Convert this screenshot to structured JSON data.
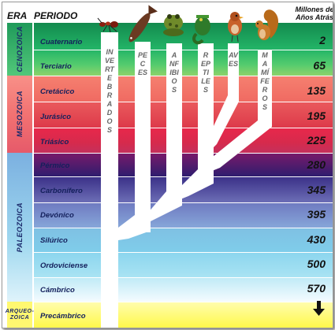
{
  "headers": {
    "era": "ERA",
    "period": "PERIODO",
    "mya": "Millones de Años Atrás"
  },
  "eras": [
    {
      "name": "CENOZOICA",
      "color": "#22b46a"
    },
    {
      "name": "MESOZOICA",
      "color": "#ff7a7a"
    },
    {
      "name": "PALEOZOICA",
      "color": "#7fc7e8"
    },
    {
      "name": "ARQUEO-ZOICA",
      "color": "#fff870"
    }
  ],
  "periods": [
    {
      "name": "Cuaternario",
      "mya": "2"
    },
    {
      "name": "Terciario",
      "mya": "65"
    },
    {
      "name": "Cretácico",
      "mya": "135"
    },
    {
      "name": "Jurásico",
      "mya": "195"
    },
    {
      "name": "Triásico",
      "mya": "225"
    },
    {
      "name": "Pérmico",
      "mya": "280"
    },
    {
      "name": "Carbonífero",
      "mya": "345"
    },
    {
      "name": "Devónico",
      "mya": "395"
    },
    {
      "name": "Silúrico",
      "mya": "430"
    },
    {
      "name": "Ordoviciense",
      "mya": "500"
    },
    {
      "name": "Cámbrico",
      "mya": "570"
    },
    {
      "name": "Precámbrico",
      "mya": ""
    }
  ],
  "lineages": [
    {
      "name": "INVERTEBRADOS",
      "icon": "ant-icon"
    },
    {
      "name": "PECES",
      "icon": "fish-icon"
    },
    {
      "name": "ANFIBIOS",
      "icon": "frog-icon"
    },
    {
      "name": "REPTILES",
      "icon": "chameleon-icon"
    },
    {
      "name": "AVES",
      "icon": "bird-icon"
    },
    {
      "name": "MAMÍFEROS",
      "icon": "squirrel-icon"
    }
  ],
  "down_arrow_icon": "down-arrow-icon"
}
